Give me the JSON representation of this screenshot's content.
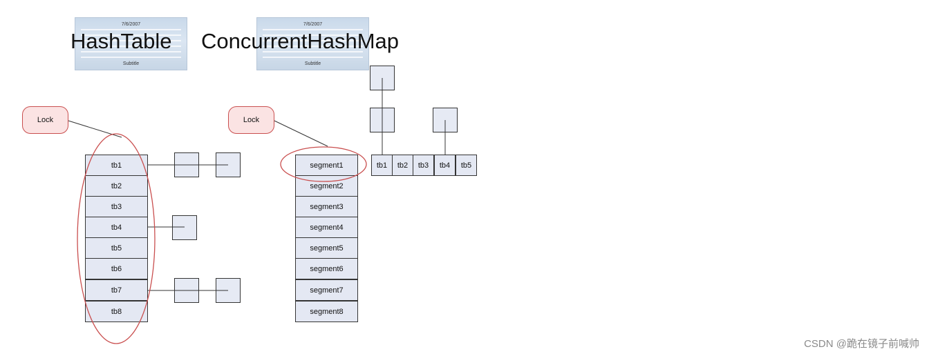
{
  "banners": {
    "date": "7/6/2007",
    "subtitle": "Subtitle"
  },
  "hashtable": {
    "title": "HashTable",
    "lock_label": "Lock",
    "buckets": [
      "tb1",
      "tb2",
      "tb3",
      "tb4",
      "tb5",
      "tb6",
      "tb7",
      "tb8"
    ]
  },
  "concurrent": {
    "title": "ConcurrentHashMap",
    "lock_label": "Lock",
    "segments": [
      "segment1",
      "segment2",
      "segment3",
      "segment4",
      "segment5",
      "segment6",
      "segment7",
      "segment8"
    ],
    "tables": [
      "tb1",
      "tb2",
      "tb3",
      "tb4",
      "tb5"
    ]
  },
  "watermark": "CSDN @跪在镜子前喊帅",
  "colors": {
    "cell_fill": "#e4e8f3",
    "lock_fill": "#fbe3e3",
    "highlight": "#c94e4e"
  }
}
